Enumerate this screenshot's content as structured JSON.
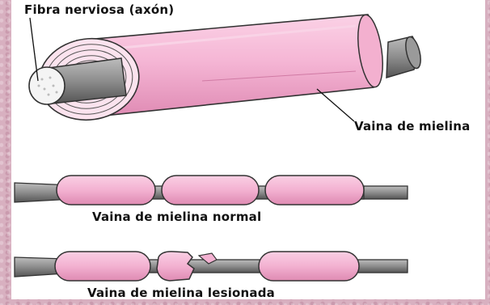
{
  "labels": {
    "axon": "Fibra nerviosa (axón)",
    "sheath": "Vaina de mielina",
    "normal": "Vaina de mielina normal",
    "damaged": "Vaina de mielina lesionada"
  },
  "colors": {
    "myelin": "#f5b6d5",
    "myelin_shadow": "#e48cb8",
    "axon": "#8a8a8a",
    "background": "#d8b0c0"
  }
}
